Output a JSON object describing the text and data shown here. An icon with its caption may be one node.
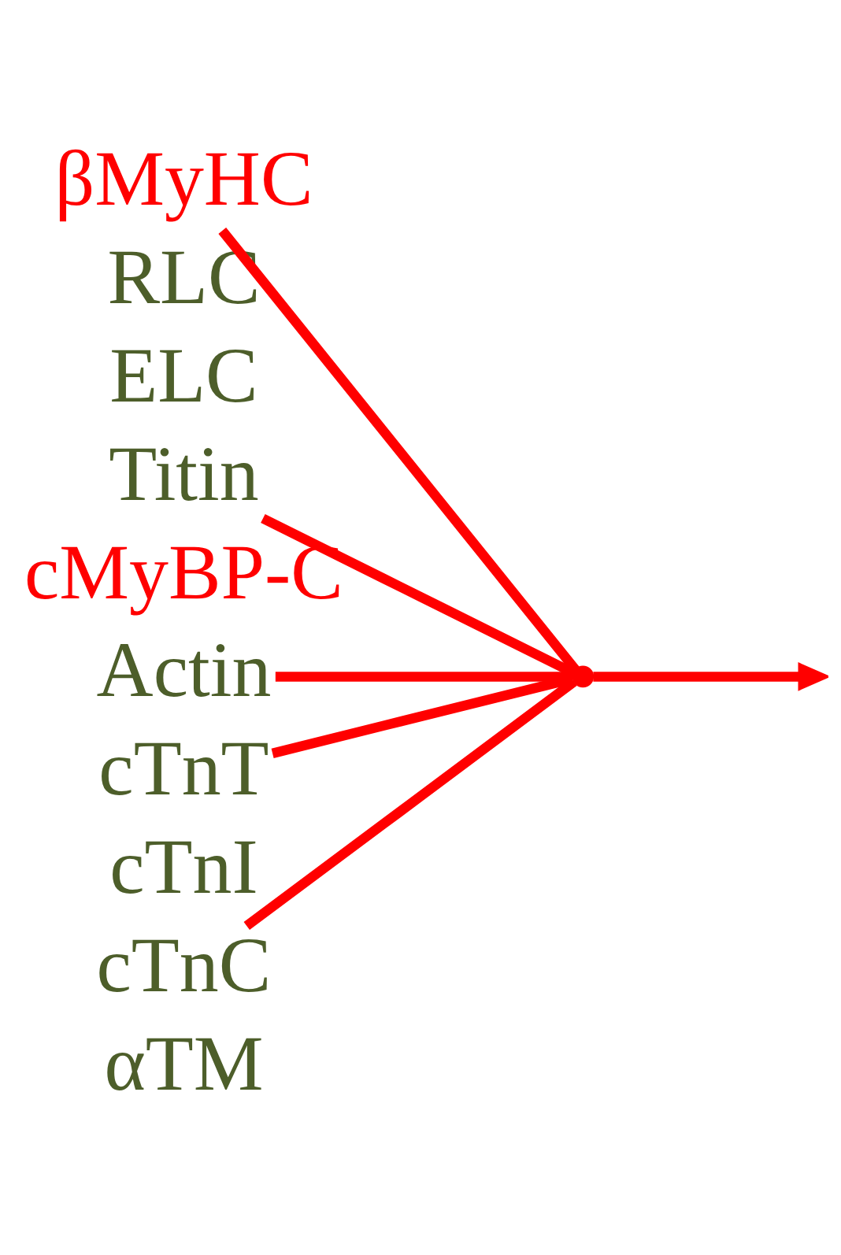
{
  "diagram": {
    "nodes": [
      {
        "text": [
          "βMyHC"
        ]
      },
      {
        "text": [
          "RLC"
        ]
      },
      {
        "text": [
          "ELC"
        ]
      },
      {
        "text": [
          "Titin"
        ]
      },
      {
        "text": [
          "cMyBP-C"
        ]
      },
      {
        "text": [
          "Actin"
        ]
      },
      {
        "text": [
          "cTnT"
        ]
      },
      {
        "text": [
          "cTnI"
        ]
      },
      {
        "text": [
          "cTnC"
        ]
      },
      {
        "text": [
          "αTM"
        ]
      },
      {
        "text": [],
        "shape": "point"
      }
    ],
    "edges": [
      {
        "from": 0,
        "to": 10,
        "arrow": "none"
      },
      {
        "from": 3,
        "to": 10,
        "arrow": "none"
      },
      {
        "from": 5,
        "to": 10,
        "arrow": "none"
      },
      {
        "from": 6,
        "to": 10,
        "arrow": "none"
      },
      {
        "from": 8,
        "to": 10,
        "arrow": "none"
      },
      {
        "from": 10,
        "to": null,
        "arrow": "to"
      }
    ]
  }
}
